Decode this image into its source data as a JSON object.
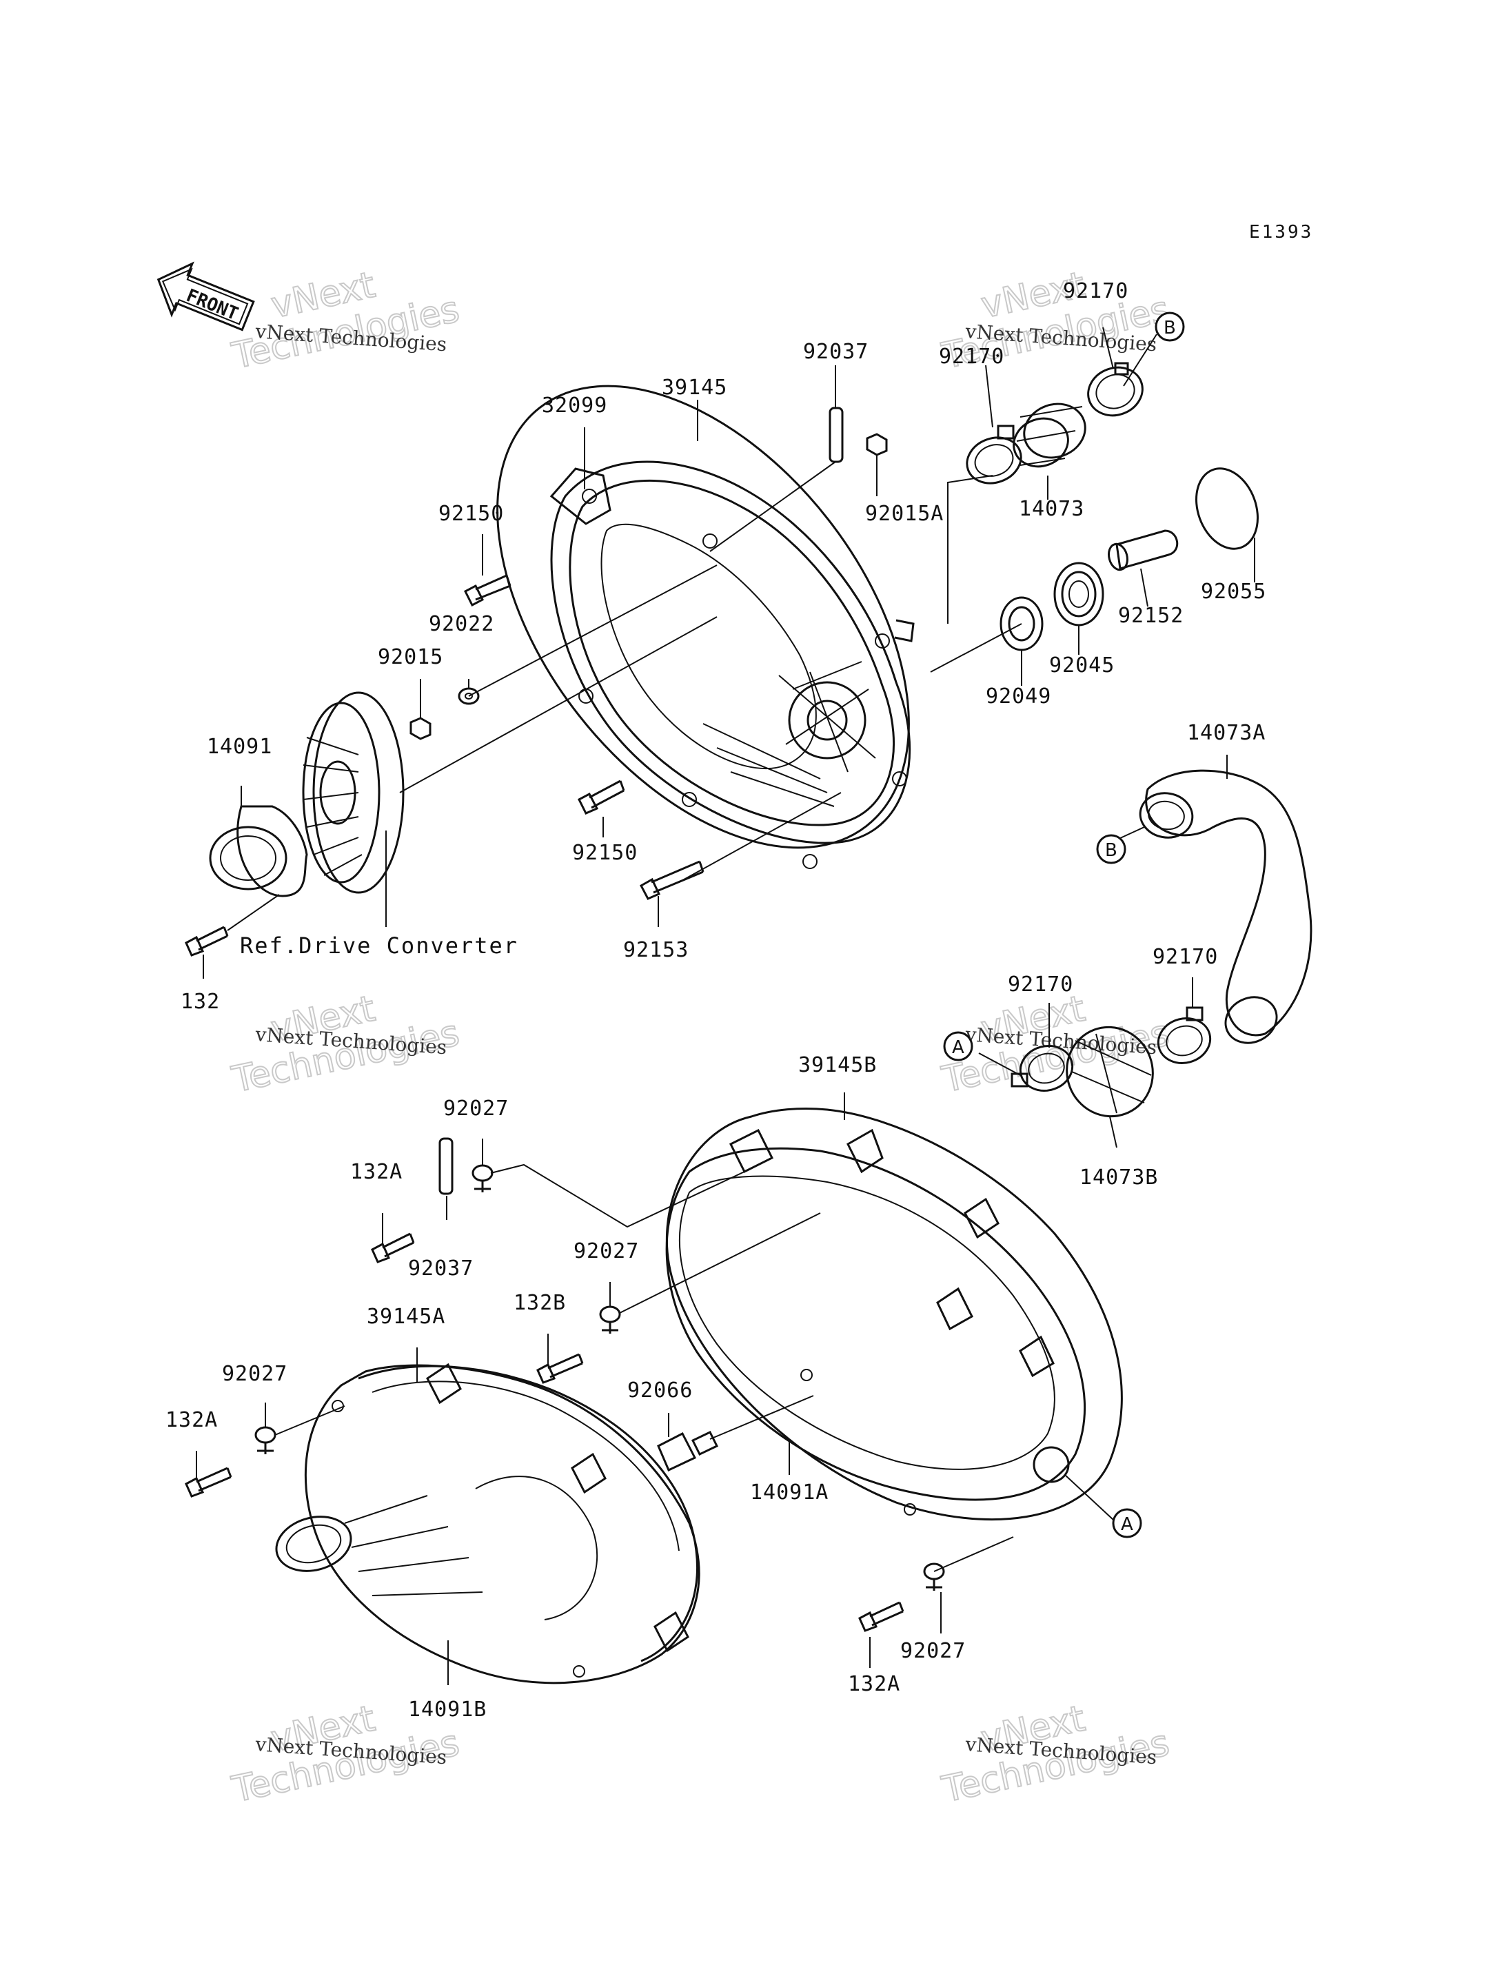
{
  "diagram_code": "E1393",
  "front_label": "FRONT",
  "watermark": {
    "line1": "vNext",
    "line2": "Technologies",
    "caption": "vNext Technologies"
  },
  "callouts": {
    "a": "A",
    "b": "B"
  },
  "ref_text": "Ref.Drive Converter",
  "parts": {
    "p32099": "32099",
    "p39145": "39145",
    "p92037_top": "92037",
    "p92015A": "92015A",
    "p92170_a": "92170",
    "p92170_b": "92170",
    "p14073": "14073",
    "p92055": "92055",
    "p92152": "92152",
    "p92045": "92045",
    "p92049": "92049",
    "p92150_a": "92150",
    "p92022": "92022",
    "p92015": "92015",
    "p14091": "14091",
    "p92150_b": "92150",
    "p92153": "92153",
    "p132": "132",
    "p14073A": "14073A",
    "p92170_c": "92170",
    "p92170_d": "92170",
    "p14073B": "14073B",
    "p39145B": "39145B",
    "p92027_a": "92027",
    "p132A_a": "132A",
    "p92037_b": "92037",
    "p92027_b": "92027",
    "p132B": "132B",
    "p39145A": "39145A",
    "p92027_c": "92027",
    "p132A_b": "132A",
    "p92066": "92066",
    "p14091A": "14091A",
    "p14091B": "14091B",
    "p92027_d": "92027",
    "p132A_c": "132A"
  }
}
